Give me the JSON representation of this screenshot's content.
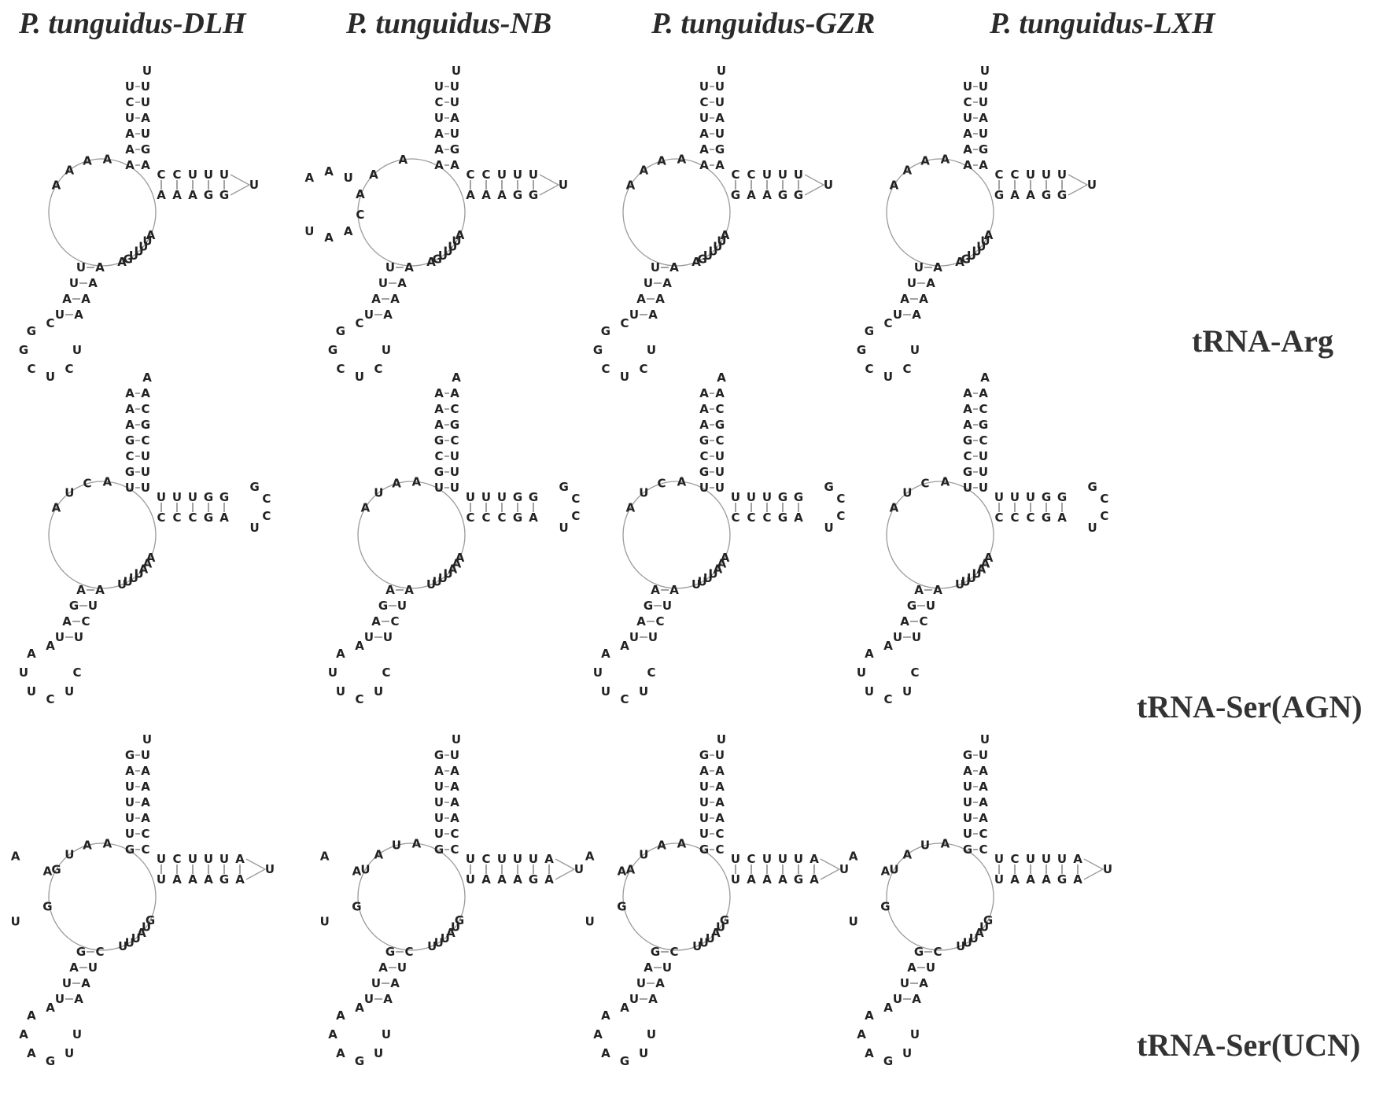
{
  "columns": [
    {
      "label": "P. tunguidus-DLH"
    },
    {
      "label": "P. tunguidus-NB"
    },
    {
      "label": "P. tunguidus-GZR"
    },
    {
      "label": "P. tunguidus-LXH"
    }
  ],
  "rows": [
    {
      "label": "tRNA-Arg",
      "structures": [
        {
          "acceptor_top": "U",
          "acceptor_5": "UCUAAA",
          "acceptor_3": "AGUAUU",
          "loop_5": "AAAA",
          "arm_l_loop": "",
          "anticodon_5": "UAUU",
          "anticodon_3": "AAAA",
          "anticodon_loop": "UCUCGGC",
          "loop_3": "AUUUUGA",
          "t_5": "CCUUU",
          "t_3": "GGAAA",
          "t_loop": "U"
        },
        {
          "acceptor_top": "U",
          "acceptor_5": "UCUAAA",
          "acceptor_3": "AGUAUU",
          "loop_5": "AA",
          "arm_l_loop": "AAUACAAU",
          "anticodon_5": "UAUU",
          "anticodon_3": "AAAA",
          "anticodon_loop": "UCUCGGC",
          "loop_3": "AUUUUGA",
          "t_5": "CCUUU",
          "t_3": "GGAAA",
          "t_loop": "U"
        },
        {
          "acceptor_top": "U",
          "acceptor_5": "UCUAAA",
          "acceptor_3": "AGUAUU",
          "loop_5": "AAAA",
          "arm_l_loop": "",
          "anticodon_5": "UAUU",
          "anticodon_3": "AAAA",
          "anticodon_loop": "UCUCGGC",
          "loop_3": "AUUUUGA",
          "t_5": "CCUUU",
          "t_3": "GGAAG",
          "t_loop": "U"
        },
        {
          "acceptor_top": "U",
          "acceptor_5": "UCUAAA",
          "acceptor_3": "AGUAUU",
          "loop_5": "AAAA",
          "arm_l_loop": "",
          "anticodon_5": "UAUU",
          "anticodon_3": "AAAA",
          "anticodon_loop": "UCUCGGC",
          "loop_3": "AUUUUGA",
          "t_5": "CCUUU",
          "t_3": "GGAAG",
          "t_loop": "U"
        }
      ]
    },
    {
      "label": "tRNA-Ser(AGN)",
      "structures": [
        {
          "acceptor_top": "A",
          "acceptor_5": "AAAGCGU",
          "acceptor_3": "UUUCGCA",
          "loop_5": "ACUA",
          "arm_l_loop": "",
          "anticodon_5": "UAGA",
          "anticodon_3": "AUCU",
          "anticodon_loop": "CUCUUAA",
          "loop_3": "AAAUUUU",
          "t_5": "UUUGG",
          "t_3": "AGCCC",
          "t_loop": "GCCU"
        },
        {
          "acceptor_top": "A",
          "acceptor_5": "AAAGCGU",
          "acceptor_3": "UUUCGCA",
          "loop_5": "AAUA",
          "arm_l_loop": "",
          "anticodon_5": "UAGA",
          "anticodon_3": "AUCU",
          "anticodon_loop": "CUCUUAA",
          "loop_3": "AAAUUUU",
          "t_5": "UUUGG",
          "t_3": "AGCCC",
          "t_loop": "GCCU"
        },
        {
          "acceptor_top": "A",
          "acceptor_5": "AAAGCGU",
          "acceptor_3": "UUUCGCA",
          "loop_5": "ACUA",
          "arm_l_loop": "",
          "anticodon_5": "UAGA",
          "anticodon_3": "AUCU",
          "anticodon_loop": "CUCUUAA",
          "loop_3": "AAAUUUU",
          "t_5": "UUUGG",
          "t_3": "AGCCC",
          "t_loop": "GCCU"
        },
        {
          "acceptor_top": "A",
          "acceptor_5": "AAAGCGU",
          "acceptor_3": "UUUCGCA",
          "loop_5": "ACUA",
          "arm_l_loop": "",
          "anticodon_5": "UAGA",
          "anticodon_3": "AUCU",
          "anticodon_loop": "CUCUUAA",
          "loop_3": "AAAUUUU",
          "t_5": "UUUGG",
          "t_3": "AGCCC",
          "t_loop": "GCCU"
        }
      ]
    },
    {
      "label": "tRNA-Ser(UCN)",
      "structures": [
        {
          "acceptor_top": "U",
          "acceptor_5": "GAUUUUG",
          "acceptor_3": "CCAAAAU",
          "loop_5": "AAUG",
          "arm_l_loop": "AAGU",
          "anticodon_5": "UUAG",
          "anticodon_3": "CUAA",
          "anticodon_loop": "UUGAAAA",
          "loop_3": "GUAUUU",
          "t_5": "UCUUUA",
          "t_3": "AGAAAU",
          "t_loop": "U"
        },
        {
          "acceptor_top": "U",
          "acceptor_5": "GAUUUUG",
          "acceptor_3": "CCAAAAU",
          "loop_5": "AUAU",
          "arm_l_loop": "AAGU",
          "anticodon_5": "UUAG",
          "anticodon_3": "CUAA",
          "anticodon_loop": "UUGAAAA",
          "loop_3": "GUAUUU",
          "t_5": "UCUUUA",
          "t_3": "AGAAAU",
          "t_loop": "U"
        },
        {
          "acceptor_top": "U",
          "acceptor_5": "GAUUUUG",
          "acceptor_3": "CCAAAAU",
          "loop_5": "AAUA",
          "arm_l_loop": "AAGU",
          "anticodon_5": "UUAG",
          "anticodon_3": "CUAA",
          "anticodon_loop": "UUGAAAA",
          "loop_3": "GUAUUU",
          "t_5": "UCUUUA",
          "t_3": "AGAAAU",
          "t_loop": "U"
        },
        {
          "acceptor_top": "U",
          "acceptor_5": "GAUUUUG",
          "acceptor_3": "CCAAAAU",
          "loop_5": "AUAU",
          "arm_l_loop": "AAGU",
          "anticodon_5": "UUAG",
          "anticodon_3": "CUAA",
          "anticodon_loop": "UUGAAAA",
          "loop_3": "GUAUUU",
          "t_5": "UCUUUA",
          "t_3": "AGAAAU",
          "t_loop": "U"
        }
      ]
    }
  ]
}
